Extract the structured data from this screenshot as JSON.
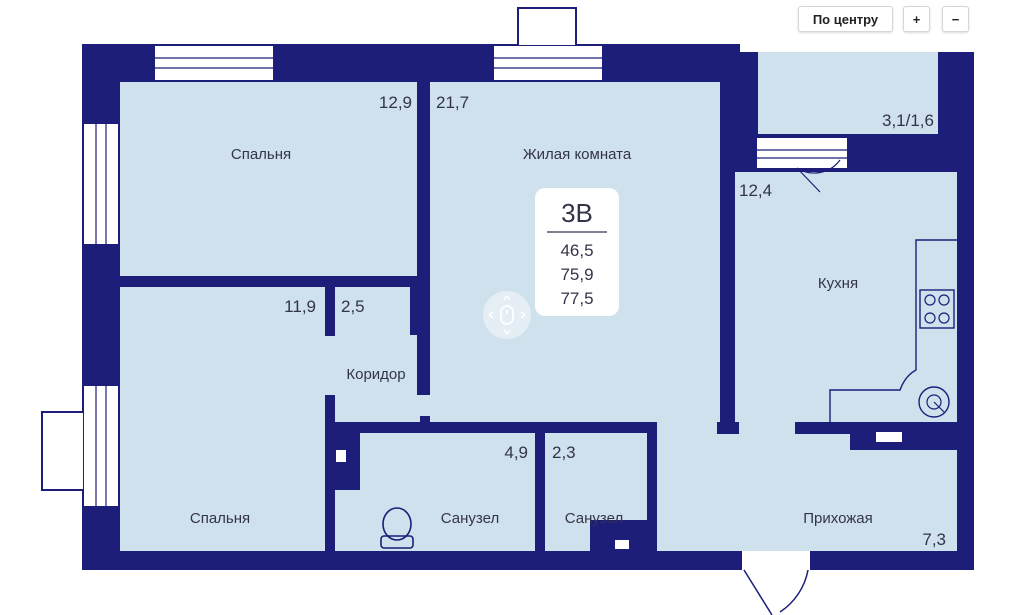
{
  "controls": {
    "center_label": "По центру",
    "zoom_in_label": "+",
    "zoom_out_label": "−"
  },
  "apartment": {
    "type": "3B",
    "living_area": "46,5",
    "total_area": "75,9",
    "total_area_with_balcony": "77,5"
  },
  "rooms": {
    "bedroom_top": {
      "name": "Спальня",
      "area": "12,9"
    },
    "bedroom_bottom": {
      "name": "Спальня",
      "area": "11,9"
    },
    "corridor": {
      "name": "Коридор",
      "area": "2,5"
    },
    "living_room": {
      "name": "Жилая комната",
      "area": "21,7"
    },
    "kitchen": {
      "name": "Кухня",
      "area": "12,4"
    },
    "balcony": {
      "area": "3,1/1,6"
    },
    "bathroom_left": {
      "name": "Санузел",
      "area": "4,9"
    },
    "bathroom_right": {
      "name": "Санузел",
      "area": "2,3"
    },
    "hallway": {
      "name": "Прихожая",
      "area": "7,3"
    }
  },
  "icons": {
    "drag": "move-hand-icon",
    "stove": "stove-icon",
    "sink": "sink-icon",
    "toilet": "toilet-icon"
  },
  "colors": {
    "wall": "#1c1e7a",
    "floor": "#cfe1ec",
    "text": "#33344a"
  }
}
